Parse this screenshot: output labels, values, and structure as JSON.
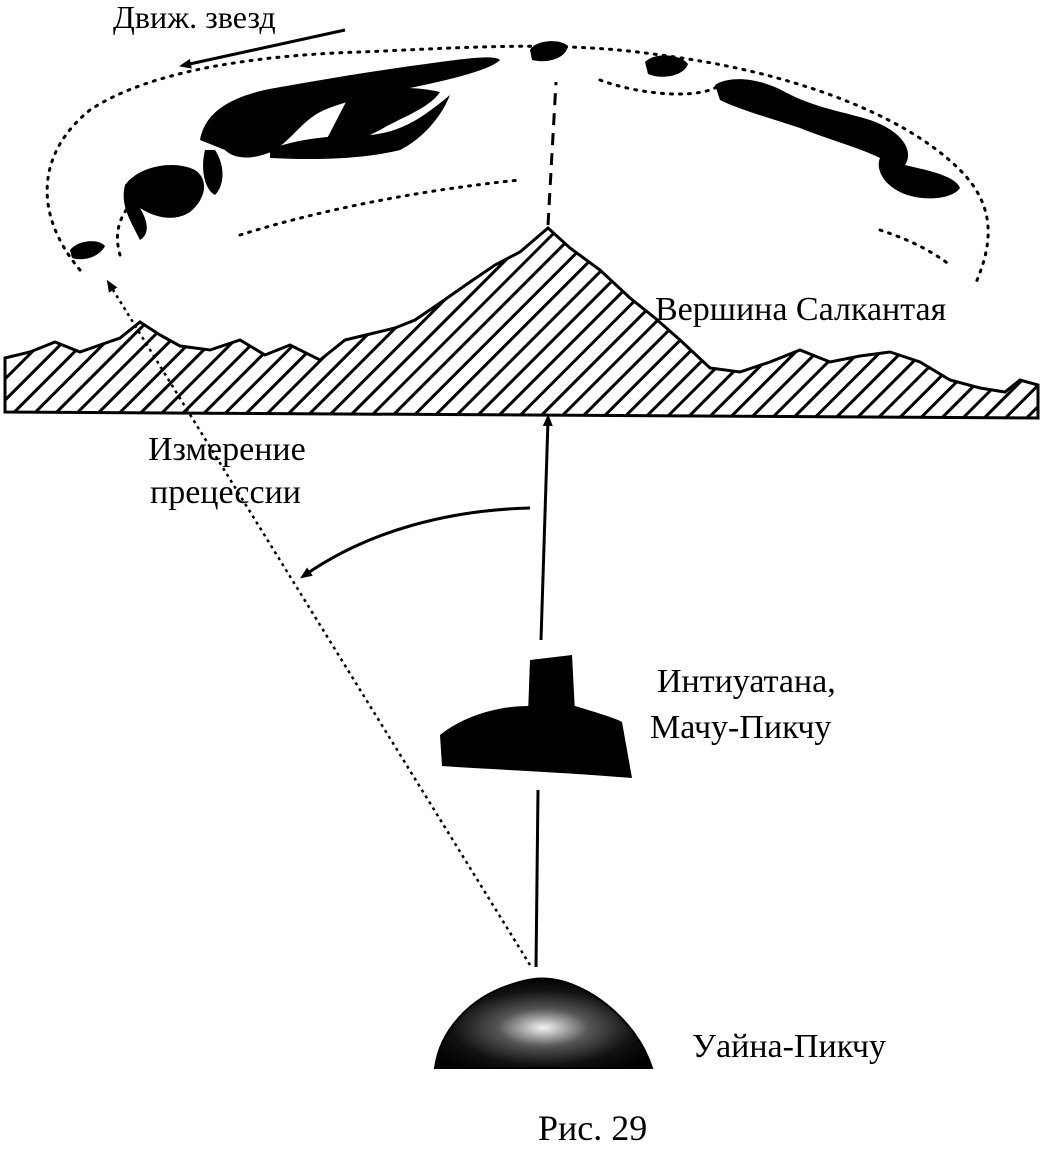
{
  "labels": {
    "star_motion": "Движ. звезд",
    "peak": "Вершина Салкантая",
    "precession_line1": "Измерение",
    "precession_line2": "прецессии",
    "intihuatana_line1": "Интиуатана,",
    "intihuatana_line2": "Мачу-Пикчу",
    "huayna": "Уайна-Пикчу",
    "caption": "Рис. 29"
  },
  "colors": {
    "ink": "#000000",
    "paper": "#ffffff"
  }
}
